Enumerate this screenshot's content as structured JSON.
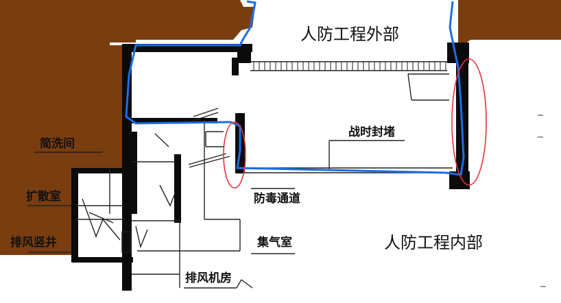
{
  "labels": {
    "exterior": "人防工程外部",
    "interior": "人防工程内部",
    "temporary_wall": "战时封堵",
    "decontamination_room": "简洗间",
    "expansion_room": "扩散室",
    "exhaust_shaft": "排风竖井",
    "gas_tight_passage": "防毒通道",
    "gas_collection_room": "集气室",
    "exhaust_machine_room": "排风机房"
  },
  "colors": {
    "soil": "#7a3d10",
    "wall": "#0b0b0b",
    "boundary_line": "#1a6fe6",
    "highlight_ellipse": "#e8323a"
  }
}
